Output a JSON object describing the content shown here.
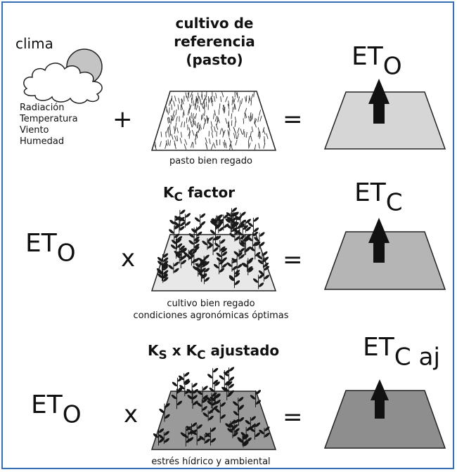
{
  "clima": {
    "label": "clima",
    "factors": [
      "Radiación",
      "Temperatura",
      "Viento",
      "Humedad"
    ]
  },
  "row1": {
    "title": [
      "cultivo de",
      "referencia",
      "(pasto)"
    ],
    "caption": "pasto bien regado",
    "result_main": "ET",
    "result_sub": "O"
  },
  "row2": {
    "factor_main": "K",
    "factor_sub": "C",
    "factor_rest": " factor",
    "left_main": "ET",
    "left_sub": "O",
    "caption_lines": [
      "cultivo bien regado",
      "condiciones agronómicas óptimas"
    ],
    "result_main": "ET",
    "result_sub": "C"
  },
  "row3": {
    "ks_main": "K",
    "ks_sub": "S",
    "ks_mid": " x K",
    "kc_sub": "C",
    "ks_rest": " ajustado",
    "left_main": "ET",
    "left_sub": "O",
    "caption": "estrés hídrico y ambiental",
    "result_main": "ET",
    "result_sub": "C aj"
  },
  "operators": {
    "plus": "+",
    "times": "x",
    "equals": "="
  },
  "colors": {
    "frame": "#2f6fcf",
    "field_light": "#d6d6d6",
    "field_mid": "#b5b5b5",
    "field_dark": "#8e8e8e",
    "sun": "#c4c4c4",
    "ink": "#111111"
  }
}
